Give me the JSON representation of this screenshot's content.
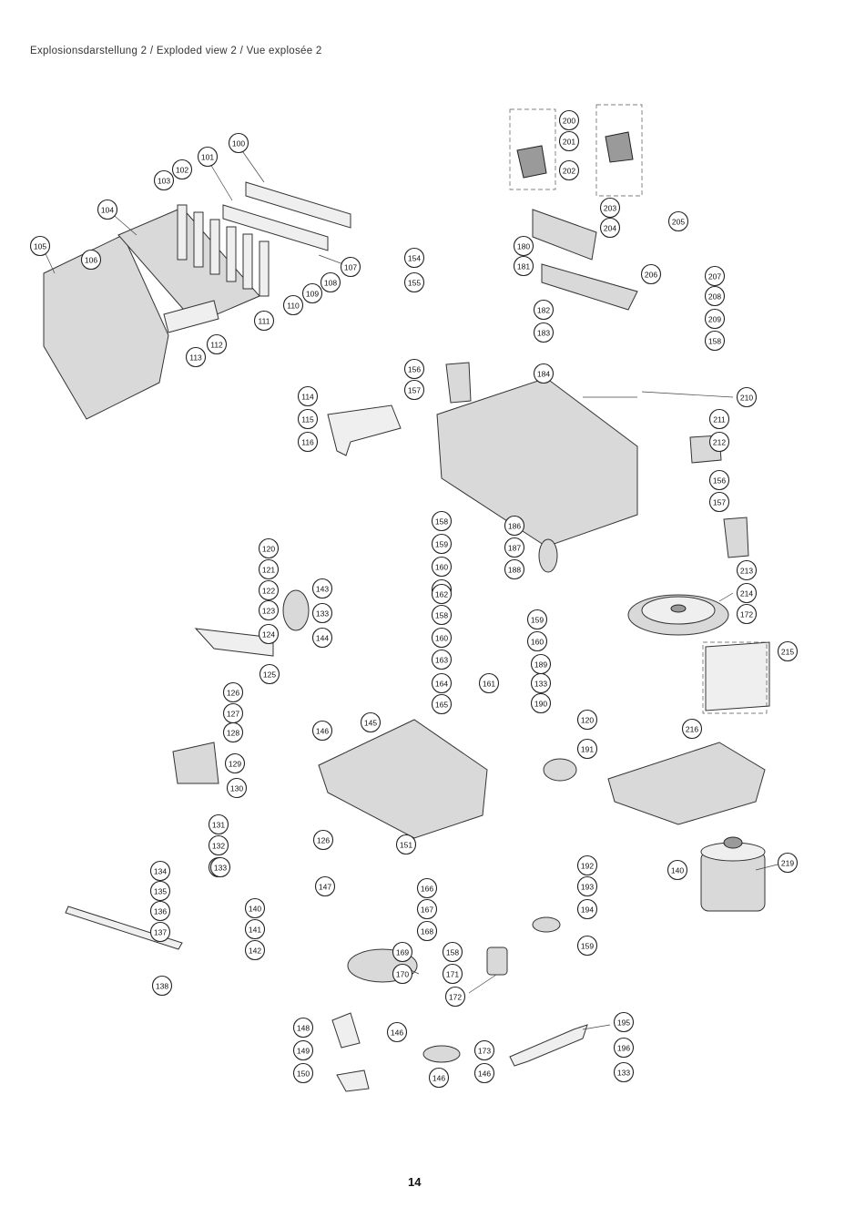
{
  "header": {
    "title": "Explosionsdarstellung 2 / Exploded view 2 / Vue explosée 2"
  },
  "footer": {
    "page_number": "14"
  },
  "callouts": [
    {
      "label": "100"
    },
    {
      "label": "101"
    },
    {
      "label": "102"
    },
    {
      "label": "103"
    },
    {
      "label": "104"
    },
    {
      "label": "105"
    },
    {
      "label": "106"
    },
    {
      "label": "107"
    },
    {
      "label": "108"
    },
    {
      "label": "109"
    },
    {
      "label": "110"
    },
    {
      "label": "111"
    },
    {
      "label": "112"
    },
    {
      "label": "113"
    },
    {
      "label": "114"
    },
    {
      "label": "115"
    },
    {
      "label": "116"
    },
    {
      "label": "120"
    },
    {
      "label": "121"
    },
    {
      "label": "122"
    },
    {
      "label": "123"
    },
    {
      "label": "124"
    },
    {
      "label": "125"
    },
    {
      "label": "126"
    },
    {
      "label": "127"
    },
    {
      "label": "128"
    },
    {
      "label": "129"
    },
    {
      "label": "130"
    },
    {
      "label": "131"
    },
    {
      "label": "132"
    },
    {
      "label": "133"
    },
    {
      "label": "134"
    },
    {
      "label": "135"
    },
    {
      "label": "136"
    },
    {
      "label": "137"
    },
    {
      "label": "138"
    },
    {
      "label": "140"
    },
    {
      "label": "141"
    },
    {
      "label": "142"
    },
    {
      "label": "143"
    },
    {
      "label": "133"
    },
    {
      "label": "144"
    },
    {
      "label": "145"
    },
    {
      "label": "146"
    },
    {
      "label": "147"
    },
    {
      "label": "148"
    },
    {
      "label": "149"
    },
    {
      "label": "150"
    },
    {
      "label": "151"
    },
    {
      "label": "126"
    },
    {
      "label": "133"
    },
    {
      "label": "154"
    },
    {
      "label": "155"
    },
    {
      "label": "156"
    },
    {
      "label": "157"
    },
    {
      "label": "158"
    },
    {
      "label": "159"
    },
    {
      "label": "160"
    },
    {
      "label": "161"
    },
    {
      "label": "162"
    },
    {
      "label": "158"
    },
    {
      "label": "160"
    },
    {
      "label": "163"
    },
    {
      "label": "164"
    },
    {
      "label": "165"
    },
    {
      "label": "146"
    },
    {
      "label": "166"
    },
    {
      "label": "167"
    },
    {
      "label": "168"
    },
    {
      "label": "169"
    },
    {
      "label": "158"
    },
    {
      "label": "170"
    },
    {
      "label": "171"
    },
    {
      "label": "172"
    },
    {
      "label": "146"
    },
    {
      "label": "173"
    },
    {
      "label": "146"
    },
    {
      "label": "180"
    },
    {
      "label": "181"
    },
    {
      "label": "182"
    },
    {
      "label": "183"
    },
    {
      "label": "184"
    },
    {
      "label": "186"
    },
    {
      "label": "187"
    },
    {
      "label": "188"
    },
    {
      "label": "159"
    },
    {
      "label": "160"
    },
    {
      "label": "189"
    },
    {
      "label": "161"
    },
    {
      "label": "133"
    },
    {
      "label": "190"
    },
    {
      "label": "120"
    },
    {
      "label": "191"
    },
    {
      "label": "192"
    },
    {
      "label": "193"
    },
    {
      "label": "194"
    },
    {
      "label": "159"
    },
    {
      "label": "195"
    },
    {
      "label": "196"
    },
    {
      "label": "133"
    },
    {
      "label": "200"
    },
    {
      "label": "201"
    },
    {
      "label": "202"
    },
    {
      "label": "203"
    },
    {
      "label": "204"
    },
    {
      "label": "205"
    },
    {
      "label": "206"
    },
    {
      "label": "207"
    },
    {
      "label": "208"
    },
    {
      "label": "209"
    },
    {
      "label": "158"
    },
    {
      "label": "210"
    },
    {
      "label": "211"
    },
    {
      "label": "212"
    },
    {
      "label": "156"
    },
    {
      "label": "157"
    },
    {
      "label": "213"
    },
    {
      "label": "214"
    },
    {
      "label": "172"
    },
    {
      "label": "215"
    },
    {
      "label": "216"
    },
    {
      "label": "140"
    },
    {
      "label": "219"
    }
  ]
}
